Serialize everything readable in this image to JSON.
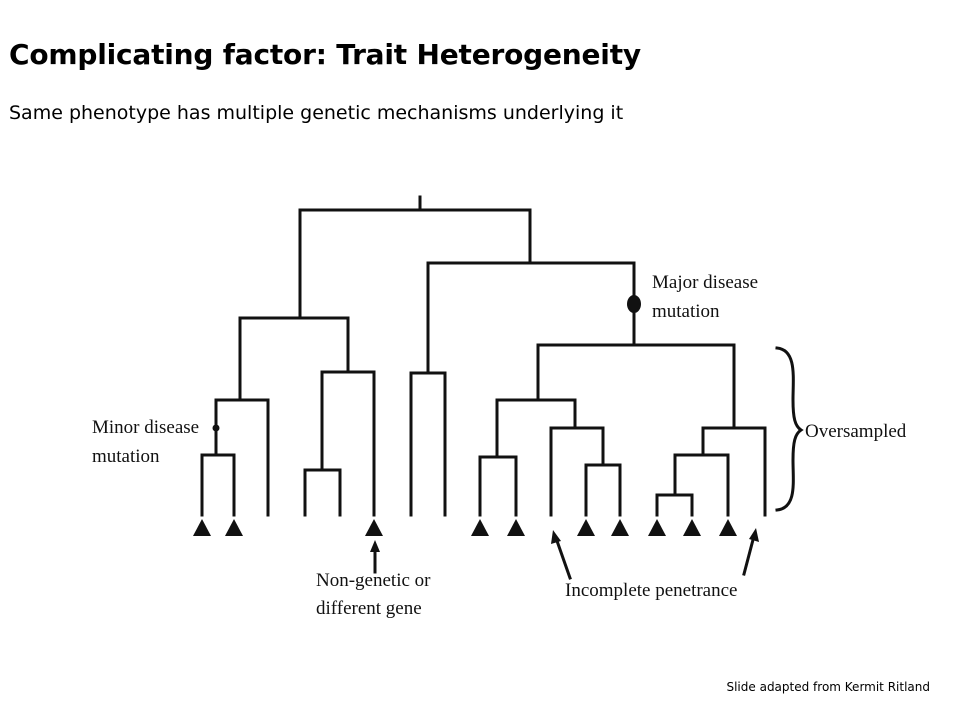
{
  "slide": {
    "title": "Complicating factor: Trait Heterogeneity",
    "subtitle": "Same phenotype has multiple genetic mechanisms underlying it",
    "credit": "Slide adapted from Kermit Ritland"
  },
  "diagram": {
    "labels": {
      "major_line1": "Major disease",
      "major_line2": "mutation",
      "minor_line1": "Minor disease",
      "minor_line2": "mutation",
      "oversampled": "Oversampled",
      "nongenetic_line1": "Non-genetic or",
      "nongenetic_line2": "different gene",
      "incomplete": "Incomplete penetrance"
    },
    "tips": [
      {
        "affected": true
      },
      {
        "affected": true
      },
      {
        "affected": false
      },
      {
        "affected": false
      },
      {
        "affected": true
      },
      {
        "affected": false
      },
      {
        "affected": true
      },
      {
        "affected": true
      },
      {
        "affected": false
      },
      {
        "affected": true
      },
      {
        "affected": true
      },
      {
        "affected": true
      },
      {
        "affected": true
      },
      {
        "affected": true
      },
      {
        "affected": false
      }
    ]
  }
}
